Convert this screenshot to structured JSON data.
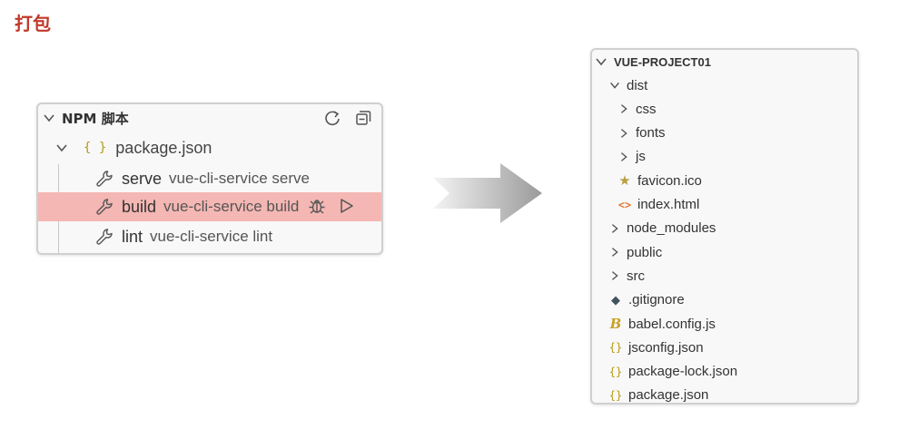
{
  "title": "打包",
  "npm_panel": {
    "header": "NPM 脚本",
    "package": {
      "icon": "json-braces-icon",
      "glyph": "{ }",
      "name": "package.json"
    },
    "scripts": [
      {
        "name": "serve",
        "command": "vue-cli-service serve"
      },
      {
        "name": "build",
        "command": "vue-cli-service build",
        "highlighted": true
      },
      {
        "name": "lint",
        "command": "vue-cli-service lint"
      }
    ],
    "highlight_color": "#f4b7b3"
  },
  "explorer": {
    "header": "VUE-PROJECT01",
    "tree": [
      {
        "label": "dist",
        "type": "folder",
        "expanded": true,
        "depth": 1
      },
      {
        "label": "css",
        "type": "folder",
        "expanded": false,
        "depth": 2
      },
      {
        "label": "fonts",
        "type": "folder",
        "expanded": false,
        "depth": 2
      },
      {
        "label": "js",
        "type": "folder",
        "expanded": false,
        "depth": 2
      },
      {
        "label": "favicon.ico",
        "type": "file",
        "icon": "star-icon",
        "glyph": "★",
        "depth": 2
      },
      {
        "label": "index.html",
        "type": "file",
        "icon": "html-icon",
        "glyph": "<>",
        "depth": 2
      },
      {
        "label": "node_modules",
        "type": "folder",
        "expanded": false,
        "depth": 1
      },
      {
        "label": "public",
        "type": "folder",
        "expanded": false,
        "depth": 1
      },
      {
        "label": "src",
        "type": "folder",
        "expanded": false,
        "depth": 1
      },
      {
        "label": ".gitignore",
        "type": "file",
        "icon": "git-icon",
        "glyph": "◆",
        "depth": 1
      },
      {
        "label": "babel.config.js",
        "type": "file",
        "icon": "babel-icon",
        "glyph": "B",
        "depth": 1
      },
      {
        "label": "jsconfig.json",
        "type": "file",
        "icon": "json-icon",
        "glyph": "{}",
        "depth": 1
      },
      {
        "label": "package-lock.json",
        "type": "file",
        "icon": "json-icon",
        "glyph": "{}",
        "depth": 1
      },
      {
        "label": "package.json",
        "type": "file",
        "icon": "json-icon",
        "glyph": "{}",
        "depth": 1
      }
    ]
  },
  "colors": {
    "title": "#c0392b",
    "json_icon": "#b49a14",
    "html_icon": "#e37933"
  }
}
